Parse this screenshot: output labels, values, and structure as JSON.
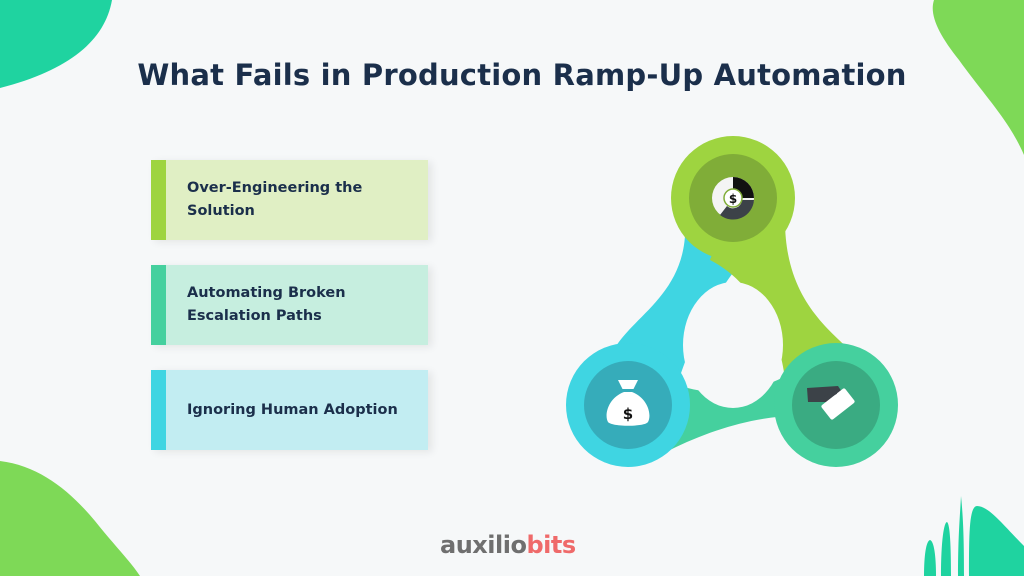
{
  "title": "What Fails in Production Ramp-Up Automation",
  "items": [
    {
      "label": "Over-Engineering the Solution",
      "accent": "#9ed440",
      "bg": "#e0efc4"
    },
    {
      "label": "Automating Broken Escalation Paths",
      "accent": "#45d09e",
      "bg": "#c6eedf"
    },
    {
      "label": "Ignoring Human Adoption",
      "accent": "#3fd5e2",
      "bg": "#c2edf2"
    }
  ],
  "diagram": {
    "nodes": [
      {
        "icon": "dollar-chart-icon",
        "color": "#9ed440",
        "inner": "#80ad38"
      },
      {
        "icon": "money-bag-icon",
        "color": "#3fd5e2",
        "inner": "#36acba"
      },
      {
        "icon": "hand-cash-icon",
        "color": "#45d09e",
        "inner": "#3aab82"
      }
    ]
  },
  "logo": {
    "part1": "auxilio",
    "part2": "bits"
  }
}
